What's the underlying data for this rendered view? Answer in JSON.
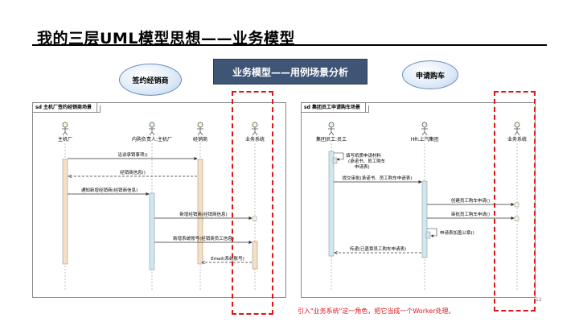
{
  "title": "我的三层UML模型思想——业务模型",
  "center_box": "业务模型——用例场景分析",
  "ovals": {
    "left": "签约经销商",
    "right": "申请购车"
  },
  "left_panel": {
    "tab": "sd 主机厂签约经销商场景",
    "actors": [
      "主机厂",
      "内购负责人:主机厂",
      "经销商",
      "业务系统"
    ],
    "messages": [
      "洽谈承销事项()",
      "经销商信息()",
      "通知新增经销商(经销商信息)",
      "新增经销商(经销商信息)",
      "新增系统账号(经销商员工信息)",
      "Email(系统账号)"
    ]
  },
  "right_panel": {
    "tab": "sd 集团员工申请购车场景",
    "actors": [
      "集团员工:员工",
      "HR:上汽集团",
      "业务系统"
    ],
    "messages": [
      "填写纸质申请材料",
      "(承诺书、员工购车",
      "申请表)",
      "提交审批(承诺书、员工购车申请表)",
      "创建员工购车申请()",
      "审批员工购车申请()",
      "申请表加盖公章()",
      "传递(已盖章员工购车申请表)"
    ]
  },
  "note": "引入\"业务系统\"这一角色，把它当成一个Worker处理。",
  "page_number": "12",
  "colors": {
    "header_box": "#3f5576",
    "highlight": "#e0141c",
    "activation_left_1": "#f7dfc2",
    "activation_blue": "#cfe8f0"
  }
}
